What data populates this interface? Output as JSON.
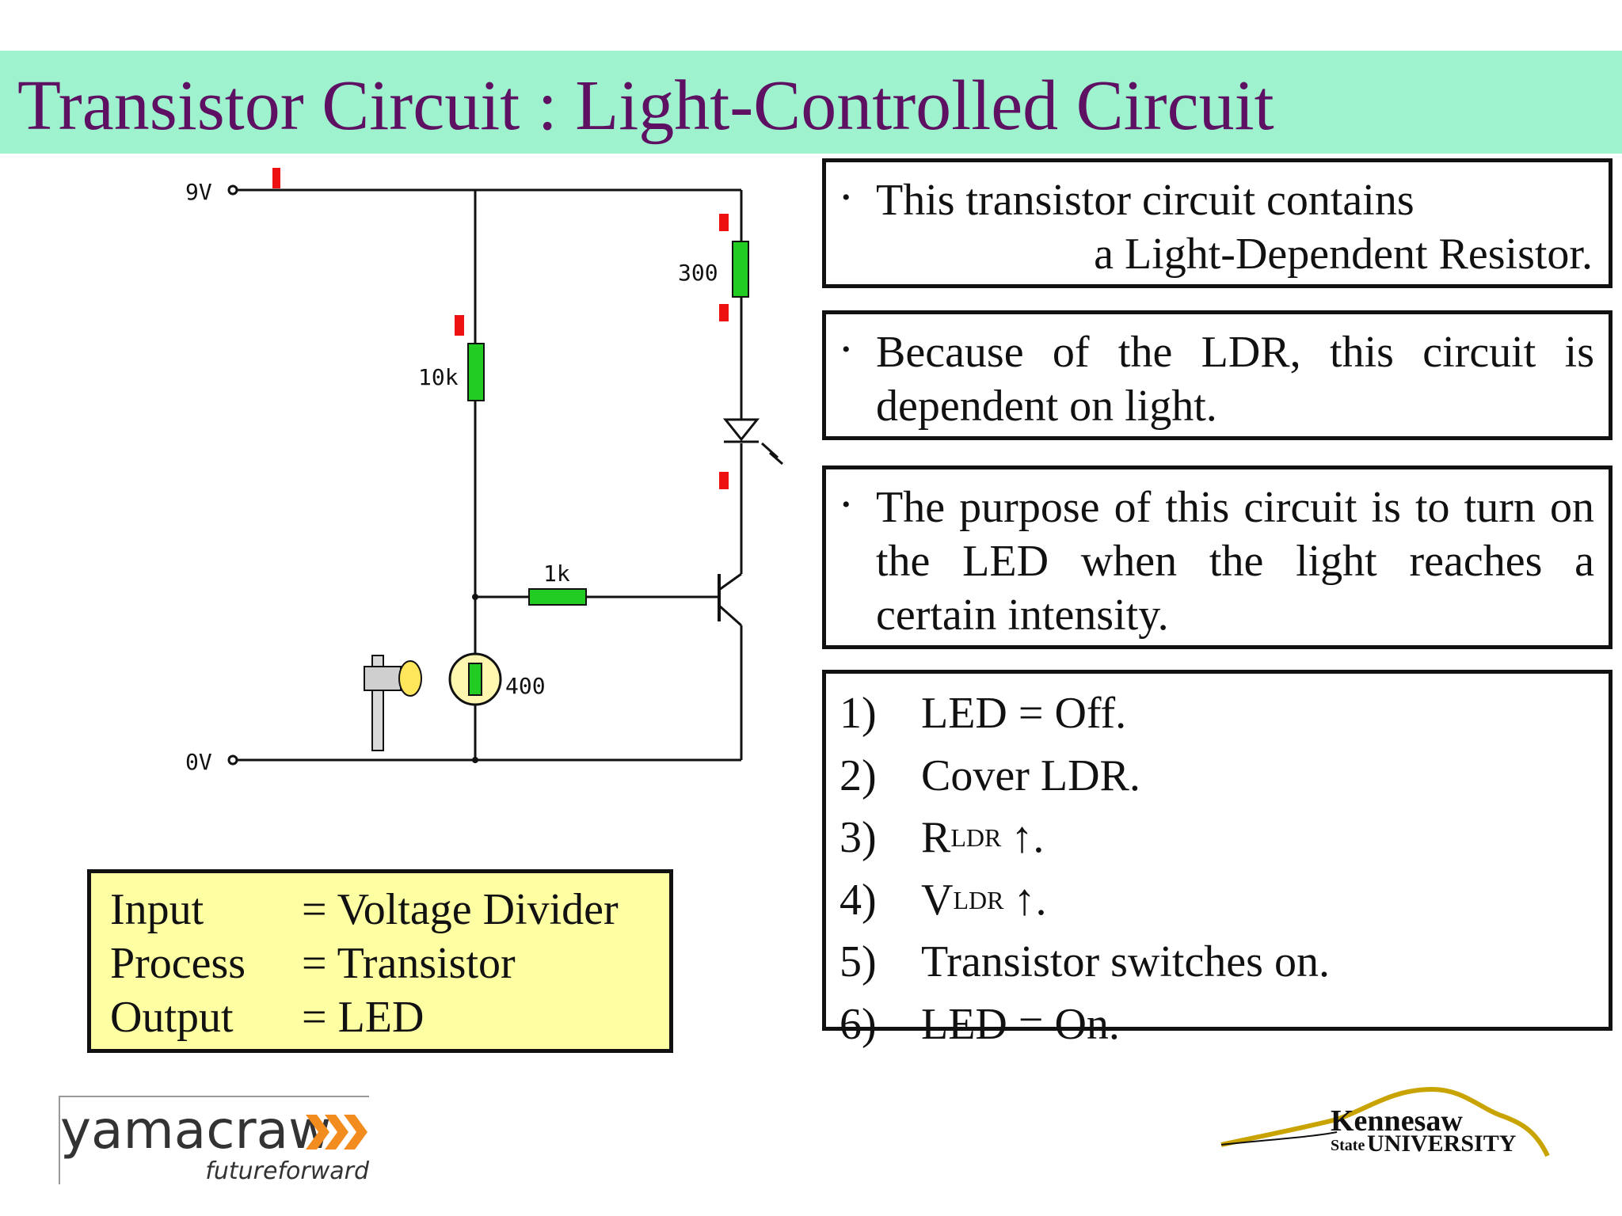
{
  "title": "Transistor Circuit : Light-Controlled Circuit",
  "circuit": {
    "labels": {
      "supply": "9V",
      "ground": "0V",
      "r_led": "300",
      "r_divider": "10k",
      "r_base": "1k",
      "ldr": "400"
    }
  },
  "bullets": [
    {
      "line1": "This transistor circuit contains",
      "line2": "a Light-Dependent Resistor."
    },
    {
      "line1": "Because of the LDR, this circuit is",
      "line2": "dependent on light."
    },
    {
      "line1": "The purpose of this circuit is to turn on",
      "line2": "the LED when the light reaches a",
      "line3": "certain intensity."
    }
  ],
  "steps": [
    {
      "num": "1)",
      "text": "LED = Off."
    },
    {
      "num": "2)",
      "text": "Cover LDR."
    },
    {
      "num": "3)",
      "main": "R",
      "sub": "LDR",
      "arrow": "↑."
    },
    {
      "num": "4)",
      "main": "V",
      "sub": "LDR",
      "arrow": "↑."
    },
    {
      "num": "5)",
      "text": "Transistor switches on."
    },
    {
      "num": "6)",
      "text": "LED = On."
    }
  ],
  "ipo": {
    "input_label": "Input",
    "input_value": "= Voltage Divider",
    "process_label": "Process",
    "process_value": "= Transistor",
    "output_label": "Output",
    "output_value": "= LED"
  },
  "logos": {
    "yamacraw": "yamacraw",
    "yamacraw_tagline": "futureforward",
    "kennesaw_line1": "Kennesaw",
    "kennesaw_state": "State",
    "kennesaw_university": "UNIVERSITY"
  },
  "colors": {
    "title_bar": "#9ff2ce",
    "title_text": "#5e1163",
    "ipo_box": "#fefea2",
    "resistor_green": "#22cc22",
    "marker_red": "#ee1111",
    "logo_orange": "#f28c1e",
    "logo_gold": "#c9a400"
  }
}
